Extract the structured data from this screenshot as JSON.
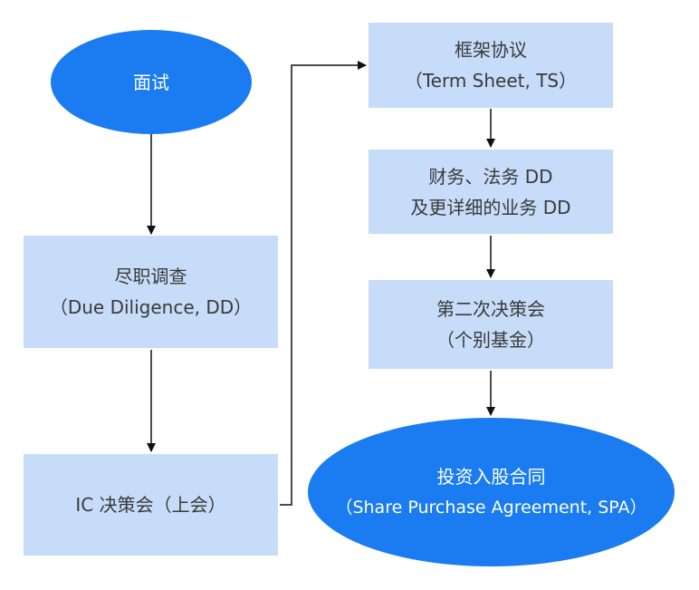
{
  "colors": {
    "box_fill": "#c6dcf8",
    "ellipse_fill": "#1a7cf0",
    "box_text": "#3a3a3a",
    "ellipse_text": "#ffffff",
    "arrow": "#111111"
  },
  "nodes": {
    "interview": {
      "line1": "面试"
    },
    "due_diligence": {
      "line1": "尽职调查",
      "line2": "（Due Diligence, DD）"
    },
    "ic_decision": {
      "line1": "IC 决策会（上会）"
    },
    "term_sheet": {
      "line1": "框架协议",
      "line2": "（Term Sheet, TS）"
    },
    "financial_legal_dd": {
      "line1": "财务、法务 DD",
      "line2": "及更详细的业务 DD"
    },
    "second_decision": {
      "line1": "第二次决策会",
      "line2": "（个别基金）"
    },
    "spa": {
      "line1": "投资入股合同",
      "line2": "（Share Purchase Agreement, SPA）"
    }
  }
}
